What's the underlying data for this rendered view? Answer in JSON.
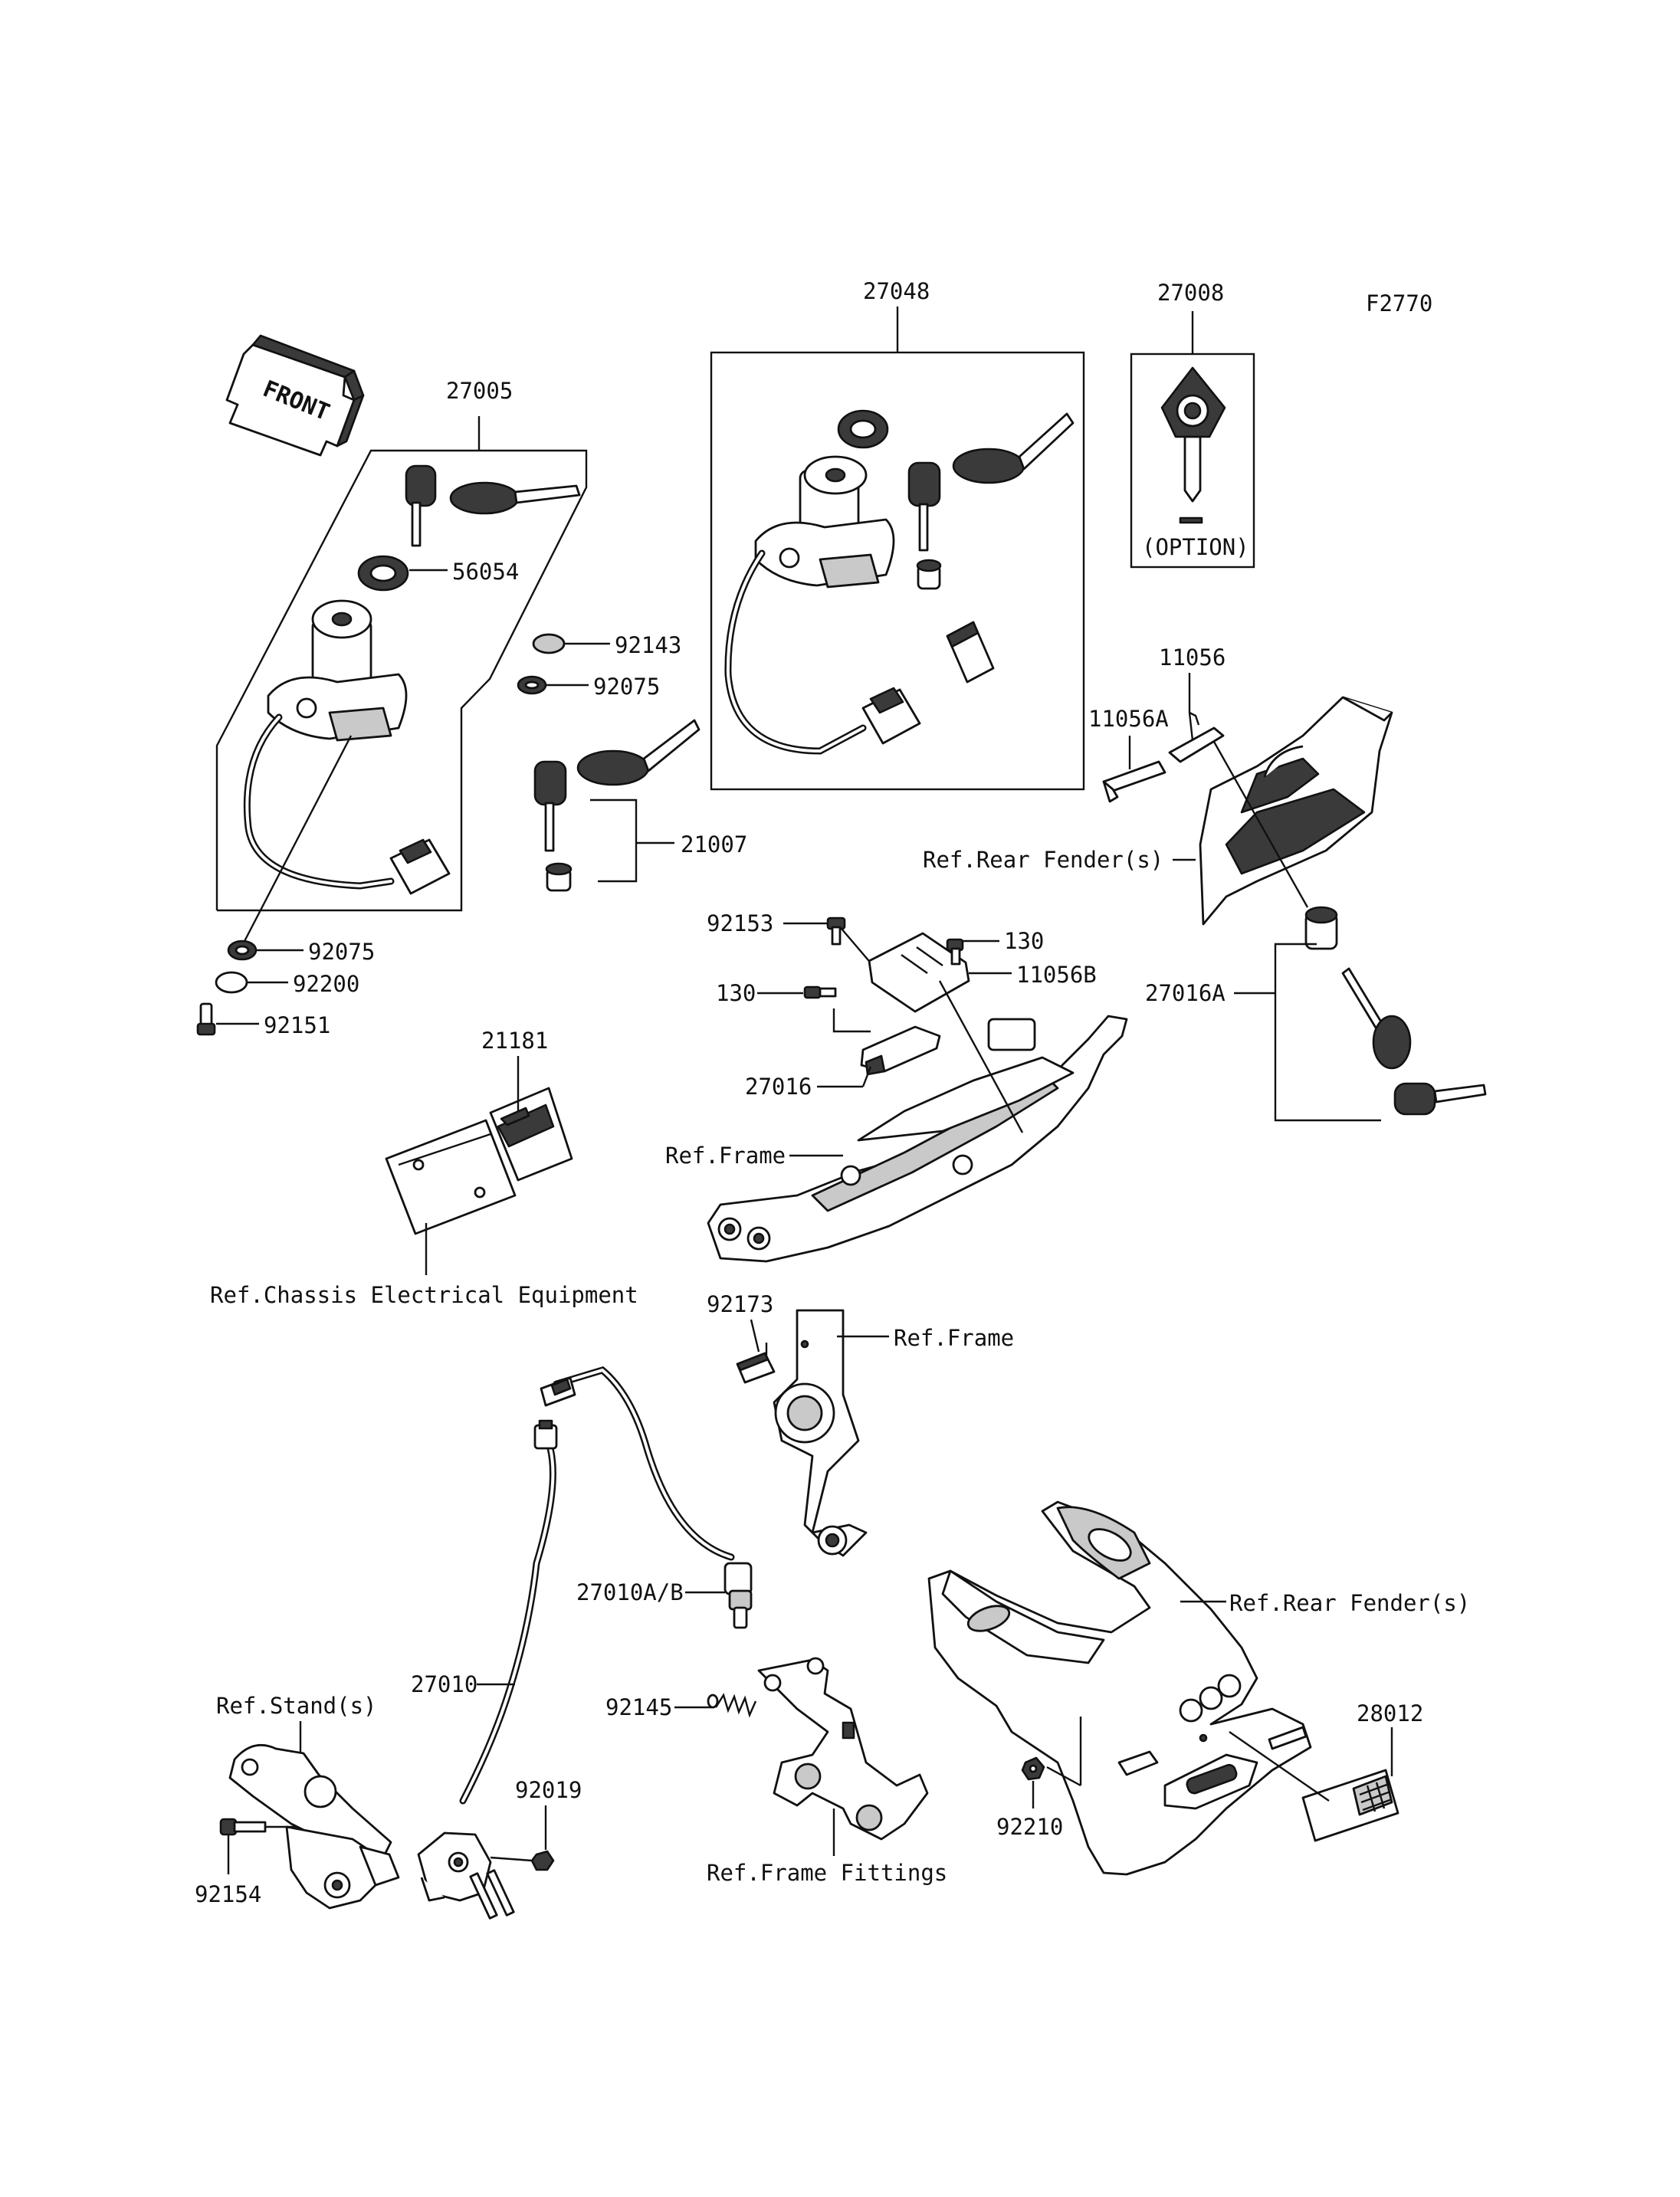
{
  "diagram": {
    "code": "F2770",
    "front_label": "FRONT",
    "option_label": "(OPTION)",
    "parts": {
      "p27005": "27005",
      "p56054": "56054",
      "p92143": "92143",
      "p92075a": "92075",
      "p92075b": "92075",
      "p21007": "21007",
      "p92200": "92200",
      "p92151": "92151",
      "p27048": "27048",
      "p27008": "27008",
      "p11056": "11056",
      "p11056A": "11056A",
      "p27016A": "27016A",
      "p92153": "92153",
      "p130a": "130",
      "p130b": "130",
      "p11056B": "11056B",
      "p27016": "27016",
      "p21181": "21181",
      "p92173": "92173",
      "p27010AB": "27010A/B",
      "p27010": "27010",
      "p92145": "92145",
      "p92019": "92019",
      "p92154": "92154",
      "p92210": "92210",
      "p28012": "28012"
    },
    "refs": {
      "rear_fender_1": "Ref.Rear Fender(s)",
      "frame_1": "Ref.Frame",
      "chassis": "Ref.Chassis Electrical Equipment",
      "frame_2": "Ref.Frame",
      "rear_fender_2": "Ref.Rear Fender(s)",
      "stand": "Ref.Stand(s)",
      "frame_fittings": "Ref.Frame Fittings"
    }
  }
}
